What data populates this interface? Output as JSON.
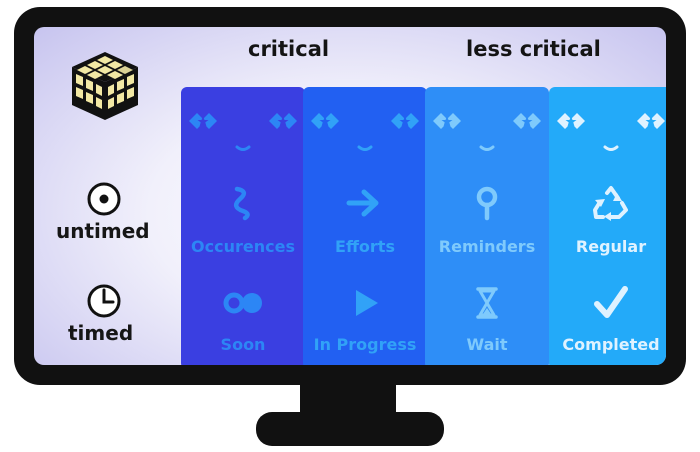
{
  "headers": {
    "left": "critical",
    "right": "less critical"
  },
  "rows": {
    "top": "untimed",
    "bottom": "timed"
  },
  "columns": [
    {
      "upper_label": "Occurences",
      "lower_label": "Soon",
      "color": "#3a3fe1",
      "accent": "#2c86f5",
      "upper_icon": "squiggle-icon",
      "lower_icon": "double-dot-icon"
    },
    {
      "upper_label": "Efforts",
      "lower_label": "In Progress",
      "color": "#2260f2",
      "accent": "#31a2f7",
      "upper_icon": "arrow-right-icon",
      "lower_icon": "play-icon"
    },
    {
      "upper_label": "Reminders",
      "lower_label": "Wait",
      "color": "#2e8ef7",
      "accent": "#7fcafc",
      "upper_icon": "pin-icon",
      "lower_icon": "hourglass-icon"
    },
    {
      "upper_label": "Regular",
      "lower_label": "Completed",
      "color": "#23aaf9",
      "accent": "#dff2ff",
      "upper_icon": "recycle-icon",
      "lower_icon": "checkmark-icon"
    }
  ]
}
